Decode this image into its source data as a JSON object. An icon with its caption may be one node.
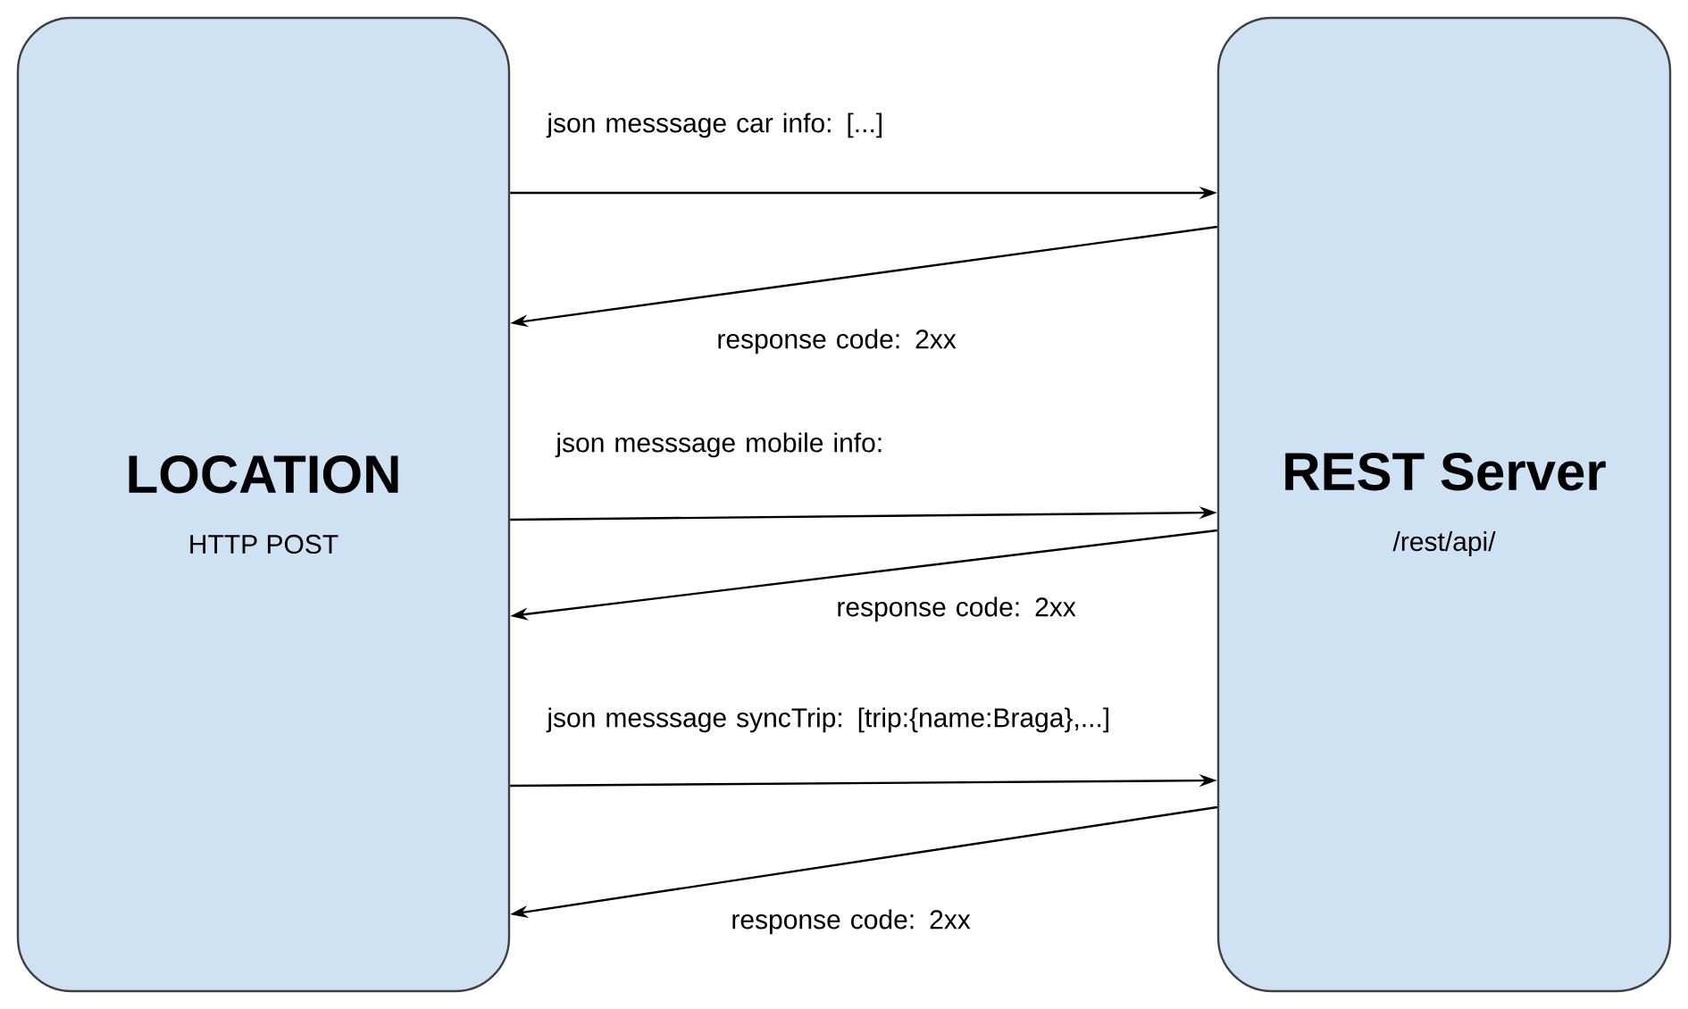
{
  "diagram": {
    "nodes": [
      {
        "text": [
          "LOCATION",
          "HTTP POST"
        ]
      },
      {
        "text": [
          "REST Server",
          "/rest/api/"
        ]
      }
    ],
    "edges": [
      {
        "from": 0,
        "to": 1,
        "arrow": "to",
        "label": "json messsage car info: [...]"
      },
      {
        "from": 1,
        "to": 0,
        "arrow": "to",
        "label": "response code: 2xx"
      },
      {
        "from": 0,
        "to": 1,
        "arrow": "to",
        "label": "json messsage mobile info:"
      },
      {
        "from": 1,
        "to": 0,
        "arrow": "to",
        "label": "response code: 2xx"
      },
      {
        "from": 0,
        "to": 1,
        "arrow": "to",
        "label": "json messsage syncTrip: [trip:{name:Braga},...]"
      },
      {
        "from": 1,
        "to": 0,
        "arrow": "to",
        "label": "response code: 2xx"
      }
    ]
  }
}
